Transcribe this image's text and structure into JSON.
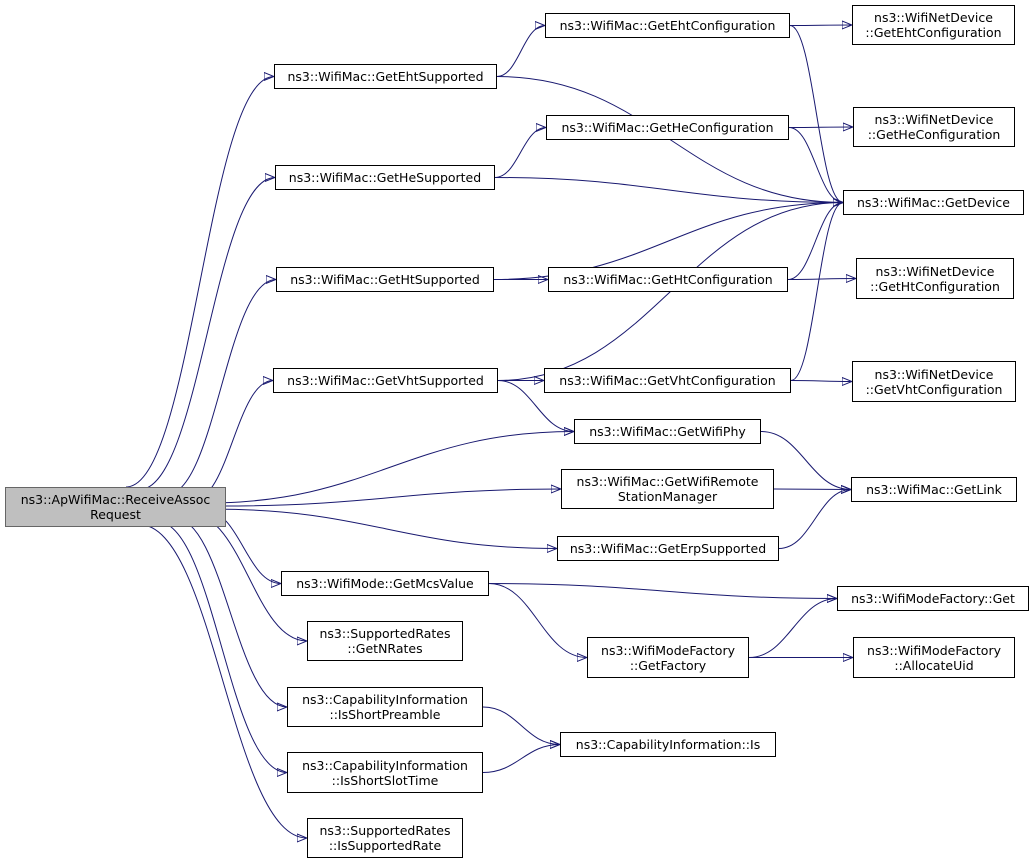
{
  "colors": {
    "edge": "#191970",
    "root_fill": "#bfbfbf",
    "node_border": "#000000",
    "node_fill": "#ffffff"
  },
  "nodes": {
    "root": [
      "ns3::ApWifiMac::ReceiveAssoc",
      "Request"
    ],
    "get_eht_supported": [
      "ns3::WifiMac::GetEhtSupported"
    ],
    "get_he_supported": [
      "ns3::WifiMac::GetHeSupported"
    ],
    "get_ht_supported": [
      "ns3::WifiMac::GetHtSupported"
    ],
    "get_vht_supported": [
      "ns3::WifiMac::GetVhtSupported"
    ],
    "get_mcs_value": [
      "ns3::WifiMode::GetMcsValue"
    ],
    "get_n_rates": [
      "ns3::SupportedRates",
      "::GetNRates"
    ],
    "is_short_preamble": [
      "ns3::CapabilityInformation",
      "::IsShortPreamble"
    ],
    "is_short_slot_time": [
      "ns3::CapabilityInformation",
      "::IsShortSlotTime"
    ],
    "is_supported_rate": [
      "ns3::SupportedRates",
      "::IsSupportedRate"
    ],
    "get_eht_configuration": [
      "ns3::WifiMac::GetEhtConfiguration"
    ],
    "get_he_configuration": [
      "ns3::WifiMac::GetHeConfiguration"
    ],
    "get_ht_configuration": [
      "ns3::WifiMac::GetHtConfiguration"
    ],
    "get_vht_configuration": [
      "ns3::WifiMac::GetVhtConfiguration"
    ],
    "get_wifi_phy": [
      "ns3::WifiMac::GetWifiPhy"
    ],
    "get_wifi_remote_station_manager": [
      "ns3::WifiMac::GetWifiRemote",
      "StationManager"
    ],
    "get_erp_supported": [
      "ns3::WifiMac::GetErpSupported"
    ],
    "wifi_mode_factory_get_factory": [
      "ns3::WifiModeFactory",
      "::GetFactory"
    ],
    "capability_information_is": [
      "ns3::CapabilityInformation::Is"
    ],
    "netdevice_get_eht_configuration": [
      "ns3::WifiNetDevice",
      "::GetEhtConfiguration"
    ],
    "netdevice_get_he_configuration": [
      "ns3::WifiNetDevice",
      "::GetHeConfiguration"
    ],
    "get_device": [
      "ns3::WifiMac::GetDevice"
    ],
    "netdevice_get_ht_configuration": [
      "ns3::WifiNetDevice",
      "::GetHtConfiguration"
    ],
    "netdevice_get_vht_configuration": [
      "ns3::WifiNetDevice",
      "::GetVhtConfiguration"
    ],
    "get_link": [
      "ns3::WifiMac::GetLink"
    ],
    "wifi_mode_factory_get": [
      "ns3::WifiModeFactory::Get"
    ],
    "wifi_mode_factory_allocate_uid": [
      "ns3::WifiModeFactory",
      "::AllocateUid"
    ]
  },
  "edges": [
    [
      "root",
      "get_eht_supported"
    ],
    [
      "root",
      "get_he_supported"
    ],
    [
      "root",
      "get_ht_supported"
    ],
    [
      "root",
      "get_vht_supported"
    ],
    [
      "root",
      "get_wifi_phy"
    ],
    [
      "root",
      "get_wifi_remote_station_manager"
    ],
    [
      "root",
      "get_erp_supported"
    ],
    [
      "root",
      "get_mcs_value"
    ],
    [
      "root",
      "get_n_rates"
    ],
    [
      "root",
      "is_short_preamble"
    ],
    [
      "root",
      "is_short_slot_time"
    ],
    [
      "root",
      "is_supported_rate"
    ],
    [
      "get_eht_supported",
      "get_eht_configuration"
    ],
    [
      "get_eht_supported",
      "get_device"
    ],
    [
      "get_he_supported",
      "get_he_configuration"
    ],
    [
      "get_he_supported",
      "get_device"
    ],
    [
      "get_ht_supported",
      "get_ht_configuration"
    ],
    [
      "get_ht_supported",
      "get_device"
    ],
    [
      "get_vht_supported",
      "get_vht_configuration"
    ],
    [
      "get_vht_supported",
      "get_device"
    ],
    [
      "get_vht_supported",
      "get_wifi_phy"
    ],
    [
      "get_eht_configuration",
      "netdevice_get_eht_configuration"
    ],
    [
      "get_eht_configuration",
      "get_device"
    ],
    [
      "get_he_configuration",
      "netdevice_get_he_configuration"
    ],
    [
      "get_he_configuration",
      "get_device"
    ],
    [
      "get_ht_configuration",
      "netdevice_get_ht_configuration"
    ],
    [
      "get_ht_configuration",
      "get_device"
    ],
    [
      "get_vht_configuration",
      "netdevice_get_vht_configuration"
    ],
    [
      "get_vht_configuration",
      "get_device"
    ],
    [
      "get_wifi_phy",
      "get_link"
    ],
    [
      "get_wifi_remote_station_manager",
      "get_link"
    ],
    [
      "get_erp_supported",
      "get_link"
    ],
    [
      "get_mcs_value",
      "wifi_mode_factory_get"
    ],
    [
      "get_mcs_value",
      "wifi_mode_factory_get_factory"
    ],
    [
      "wifi_mode_factory_get_factory",
      "wifi_mode_factory_get"
    ],
    [
      "wifi_mode_factory_get_factory",
      "wifi_mode_factory_allocate_uid"
    ],
    [
      "is_short_preamble",
      "capability_information_is"
    ],
    [
      "is_short_slot_time",
      "capability_information_is"
    ]
  ]
}
